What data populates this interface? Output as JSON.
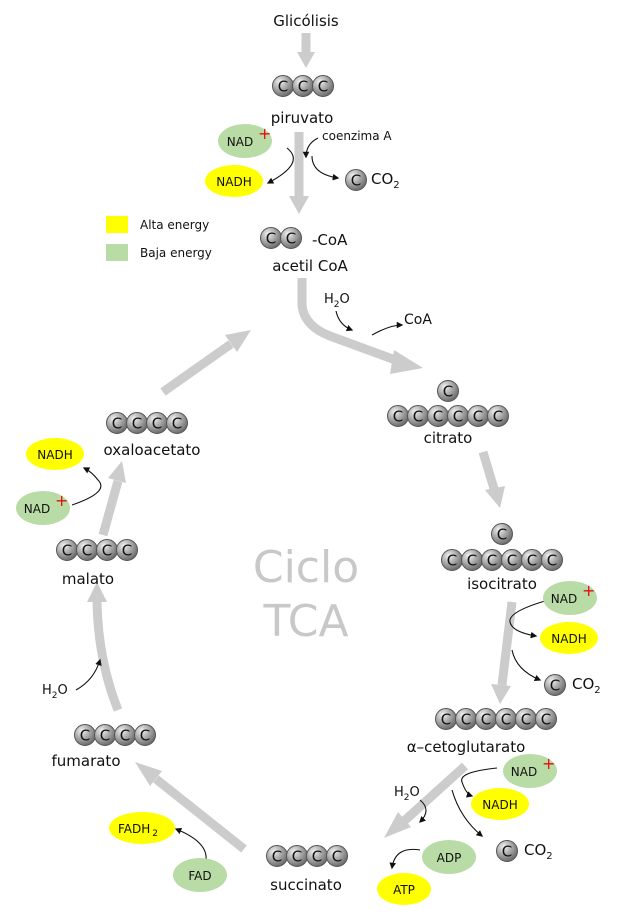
{
  "colors": {
    "high_energy": "#ffff00",
    "low_energy": "#b9dba6",
    "arrow": "#cccccc",
    "atom": "#8c8c8c",
    "plus": "#e01010"
  },
  "legend": {
    "high": "Alta energy",
    "low": "Baja energy"
  },
  "center_title": {
    "line1": "Ciclo",
    "line2": "TCA"
  },
  "glycolysis": "Glicólisis",
  "atom_letter": "C",
  "molecules": {
    "pyruvate": "piruvato",
    "acetyl_suffix": "-CoA",
    "acetyl": "acetil CoA",
    "citrate": "citrato",
    "isocitrate": "isocitrato",
    "ketoglutarate": "α–cetoglutarato",
    "succinate": "succinato",
    "fumarate": "fumarato",
    "malate": "malato",
    "oxaloacetate": "oxaloacetato"
  },
  "cofactors": {
    "nad": "NAD",
    "nad_plus": "+",
    "nadh": "NADH",
    "fad": "FAD",
    "fadh": "FADH",
    "fadh_sub": "2",
    "adp": "ADP",
    "atp": "ATP",
    "coa": "CoA",
    "coenzyme_a": "coenzima A",
    "co": "CO",
    "co_sub": "2",
    "h": "H",
    "o": "O",
    "h2o_sub": "2"
  }
}
